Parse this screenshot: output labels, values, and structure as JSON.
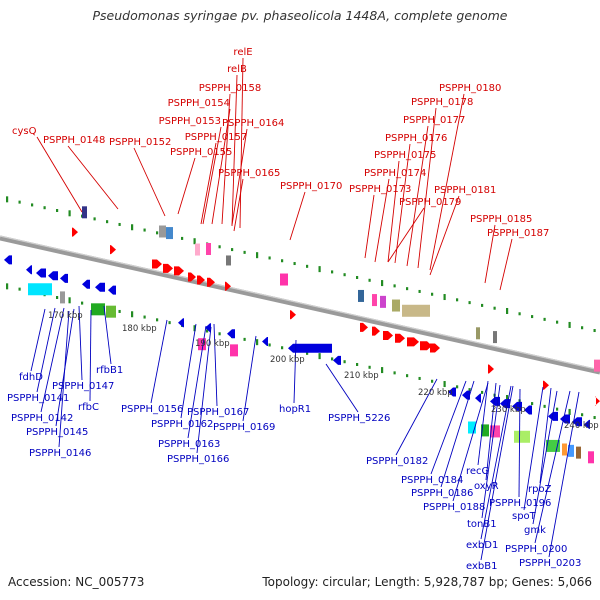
{
  "title": "Pseudomonas syringae pv. phaseolicola 1448A, complete genome",
  "footer": {
    "accession": "Accession: NC_005773",
    "summary": "Topology: circular; Length: 5,928,787 bp; Genes: 5,066"
  },
  "colors": {
    "forward": "#ff0000",
    "reverse": "#0000dd",
    "forward_label": "#d40000",
    "reverse_label": "#0000c0",
    "backbone": "#888888",
    "tick": "#228B22"
  },
  "kbp_labels": [
    "170 kbp",
    "180 kbp",
    "190 kbp",
    "200 kbp",
    "210 kbp",
    "220 kbp",
    "230 kbp",
    "240 kbp"
  ],
  "forward_genes": [
    "relE",
    "relB",
    "PSPPH_0158",
    "PSPPH_0154",
    "PSPPH_0153",
    "PSPPH_0164",
    "PSPPH_0157",
    "cysQ",
    "PSPPH_0148",
    "PSPPH_0152",
    "PSPPH_0155",
    "PSPPH_0165",
    "PSPPH_0170",
    "PSPPH_0180",
    "PSPPH_0178",
    "PSPPH_0177",
    "PSPPH_0176",
    "PSPPH_0175",
    "PSPPH_0174",
    "PSPPH_0173",
    "PSPPH_0181",
    "PSPPH_0179",
    "PSPPH_0185",
    "PSPPH_0187"
  ],
  "reverse_genes": [
    "rfbB1",
    "fdhD",
    "PSPPH_0147",
    "PSPPH_0141",
    "rfbC",
    "PSPPH_0142",
    "PSPPH_0145",
    "PSPPH_0146",
    "PSPPH_0156",
    "PSPPH_0162",
    "PSPPH_0167",
    "PSPPH_0169",
    "PSPPH_0163",
    "PSPPH_0166",
    "hopR1",
    "PSPPH_5226",
    "PSPPH_0182",
    "recG",
    "PSPPH_0184",
    "oxyR",
    "PSPPH_0186",
    "PSPPH_0196",
    "PSPPH_0188",
    "rpoZ",
    "spoT",
    "tonB1",
    "gmk",
    "exbD1",
    "PSPPH_0200",
    "exbB1",
    "PSPPH_0203"
  ]
}
